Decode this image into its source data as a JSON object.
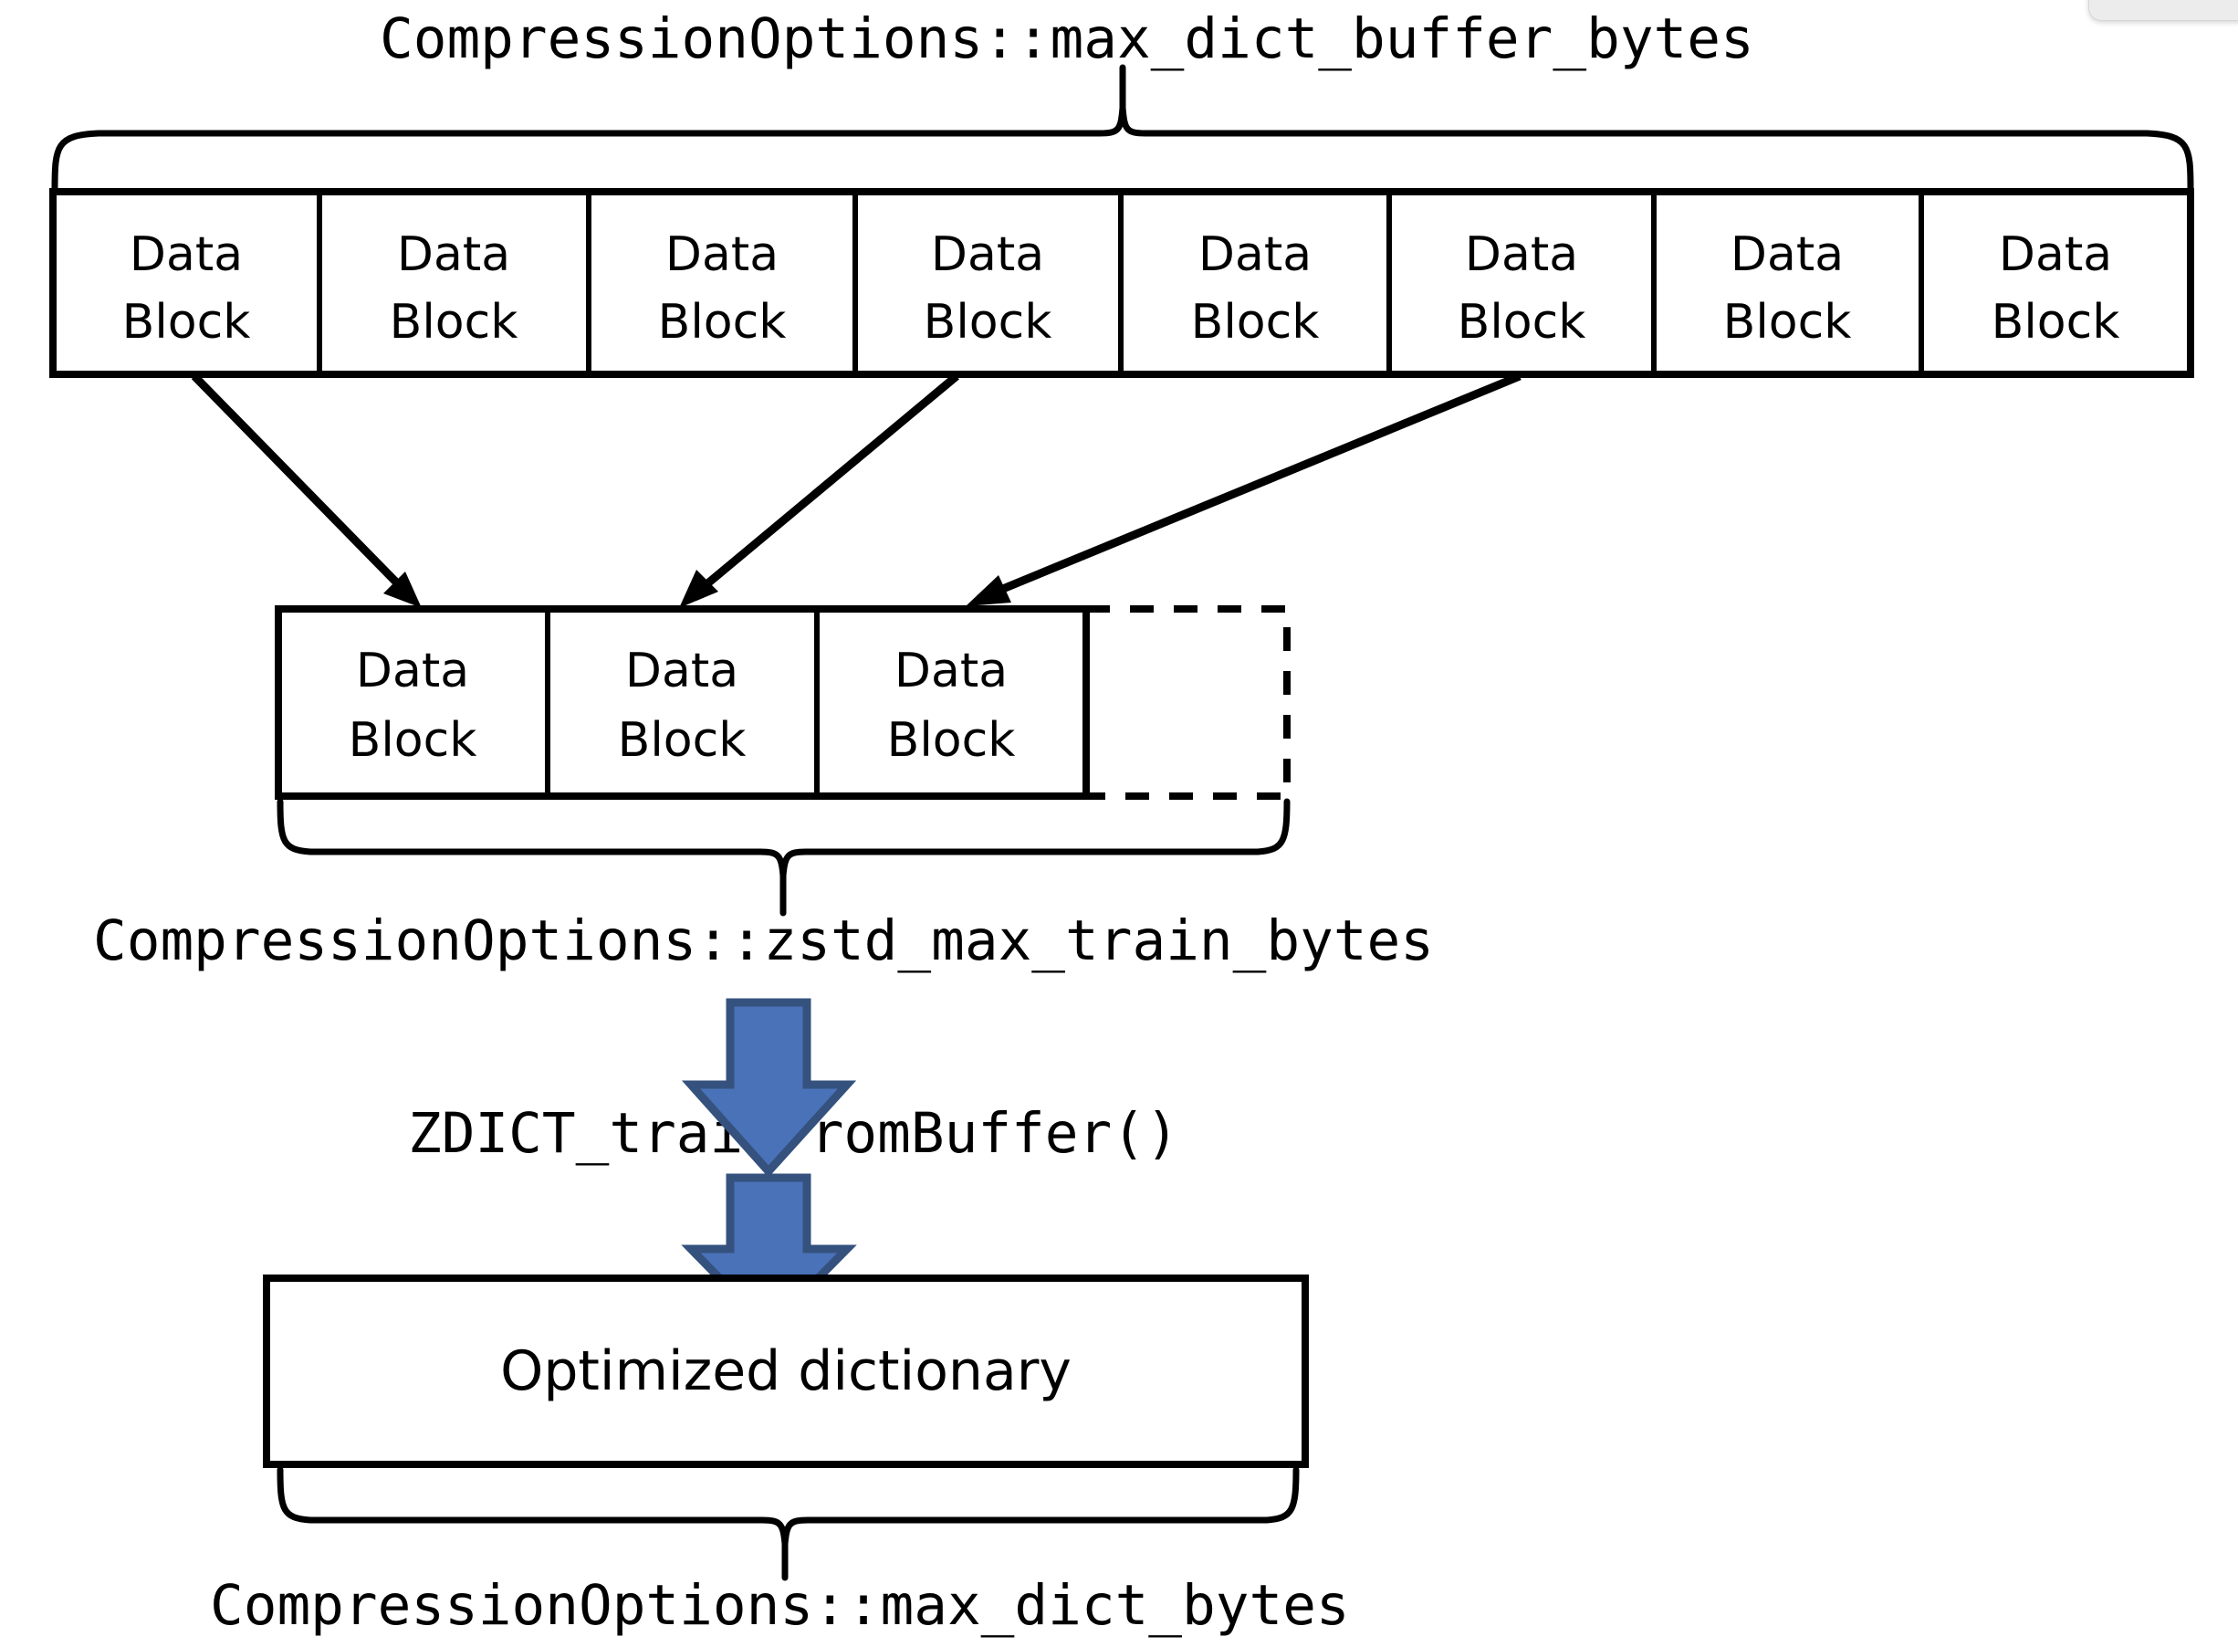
{
  "diagram": {
    "title_top": "CompressionOptions::max_dict_buffer_bytes",
    "title_mid": "CompressionOptions::zstd_max_train_bytes",
    "function_call": "ZDICT_trainFromBuffer()",
    "title_bottom": "CompressionOptions::max_dict_bytes",
    "block_line1": "Data",
    "block_line2": "Block",
    "dictionary_label": "Optimized dictionary",
    "top_row": {
      "count": 8,
      "blocks": [
        {
          "line1": "Data",
          "line2": "Block"
        },
        {
          "line1": "Data",
          "line2": "Block"
        },
        {
          "line1": "Data",
          "line2": "Block"
        },
        {
          "line1": "Data",
          "line2": "Block"
        },
        {
          "line1": "Data",
          "line2": "Block"
        },
        {
          "line1": "Data",
          "line2": "Block"
        },
        {
          "line1": "Data",
          "line2": "Block"
        },
        {
          "line1": "Data",
          "line2": "Block"
        }
      ]
    },
    "mid_row": {
      "count": 3,
      "blocks": [
        {
          "line1": "Data",
          "line2": "Block"
        },
        {
          "line1": "Data",
          "line2": "Block"
        },
        {
          "line1": "Data",
          "line2": "Block"
        }
      ],
      "placeholder_dashed": true
    },
    "colors": {
      "stroke": "#000000",
      "background": "#ffffff",
      "arrow_fill": "#4A72B8",
      "arrow_stroke": "#35517E",
      "ui_panel": "#ececec"
    }
  }
}
